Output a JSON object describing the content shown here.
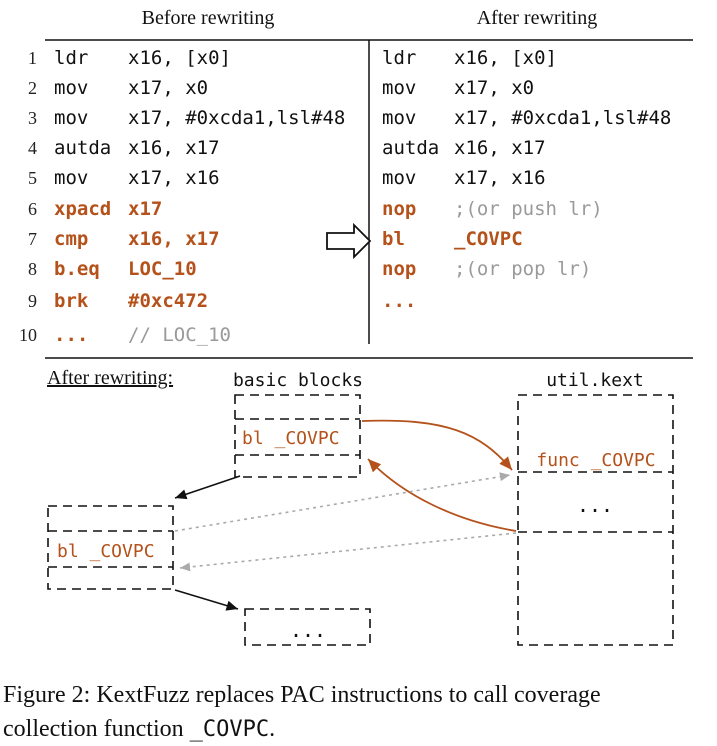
{
  "headers": {
    "before": "Before rewriting",
    "after": "After rewriting"
  },
  "colors": {
    "text": "#111111",
    "highlight": "#b5521b",
    "comment": "#9a9a9a"
  },
  "before_code": [
    {
      "n": "1",
      "op": "ldr",
      "args": "x16, [x0]",
      "style": "normal"
    },
    {
      "n": "2",
      "op": "mov",
      "args": "x17, x0",
      "style": "normal"
    },
    {
      "n": "3",
      "op": "mov",
      "args": "x17, #0xcda1,lsl#48",
      "style": "normal"
    },
    {
      "n": "4",
      "op": "autda",
      "args": "x16, x17",
      "style": "normal"
    },
    {
      "n": "5",
      "op": "mov",
      "args": "x17, x16",
      "style": "normal"
    },
    {
      "n": "6",
      "op": "xpacd",
      "args": "x17",
      "style": "highlight"
    },
    {
      "n": "7",
      "op": "cmp",
      "args": "x16, x17",
      "style": "highlight"
    },
    {
      "n": "8",
      "op": "b.eq",
      "args": "LOC_10",
      "style": "highlight"
    },
    {
      "n": "9",
      "op": "brk",
      "args": "#0xc472",
      "style": "highlight"
    },
    {
      "n": "10",
      "op": "...",
      "args": "// LOC_10",
      "style": "ellipsis"
    }
  ],
  "after_code": [
    {
      "op": "ldr",
      "args": "x16, [x0]",
      "style": "normal"
    },
    {
      "op": "mov",
      "args": "x17, x0",
      "style": "normal"
    },
    {
      "op": "mov",
      "args": "x17, #0xcda1,lsl#48",
      "style": "normal"
    },
    {
      "op": "autda",
      "args": "x16, x17",
      "style": "normal"
    },
    {
      "op": "mov",
      "args": "x17, x16",
      "style": "normal"
    },
    {
      "op": "nop",
      "args": ";(or push lr)",
      "style": "nop"
    },
    {
      "op": "bl",
      "args": "_COVPC",
      "style": "highlight"
    },
    {
      "op": "nop",
      "args": ";(or pop lr)",
      "style": "nop"
    },
    {
      "op": "...",
      "args": "",
      "style": "highlight"
    }
  ],
  "diagram": {
    "section_label": "After rewriting:",
    "basic_blocks_label": "basic blocks",
    "kext_label": "util.kext",
    "block1_call": "bl _COVPC",
    "block2_call": "bl _COVPC",
    "kext_func": "func _COVPC",
    "kext_ellipsis": "...",
    "block3_ellipsis": "..."
  },
  "caption": {
    "line1": "Figure 2: KextFuzz replaces PAC instructions to call coverage",
    "line2_prefix": "collection function ",
    "line2_code": "_COVPC",
    "line2_suffix": "."
  }
}
